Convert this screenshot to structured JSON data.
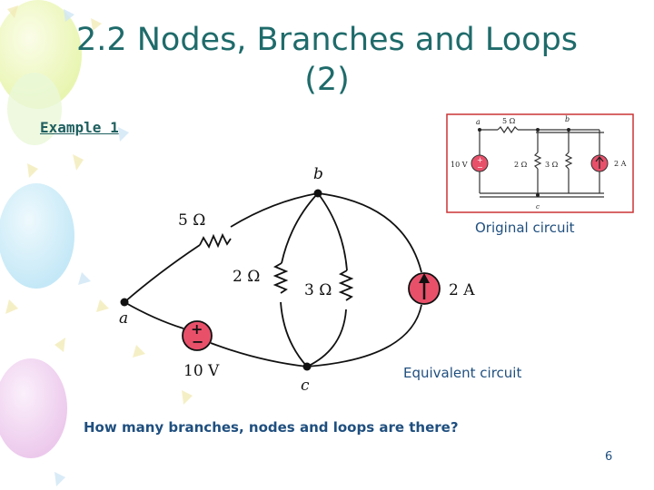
{
  "slide": {
    "title_line1": "2.2 Nodes, Branches and Loops",
    "title_line2": "(2)",
    "example_label": "Example 1",
    "question": "How many branches, nodes and loops are there?",
    "page_number": "6"
  },
  "captions": {
    "original": "Original circuit",
    "equivalent": "Equivalent circuit"
  },
  "equivalent_circuit": {
    "nodes": {
      "a": "a",
      "b": "b",
      "c": "c"
    },
    "resistor_5": "5 Ω",
    "resistor_2": "2 Ω",
    "resistor_3": "3 Ω",
    "current_source": "2 A",
    "voltage_source": "10 V",
    "plus_sign": "+",
    "minus_sign": "−"
  },
  "original_circuit": {
    "node_a": "a",
    "node_b": "b",
    "node_c": "c",
    "resistor_5": "5 Ω",
    "resistor_2": "2 Ω",
    "resistor_3": "3 Ω",
    "current_source": "2 A",
    "voltage_source": "10 V",
    "plus_sign": "+",
    "minus_sign": "−"
  },
  "colors": {
    "title": "#1f6b6b",
    "text": "#1f4f7f",
    "source_fill": "#e8506a",
    "frame": "#cc3333"
  }
}
